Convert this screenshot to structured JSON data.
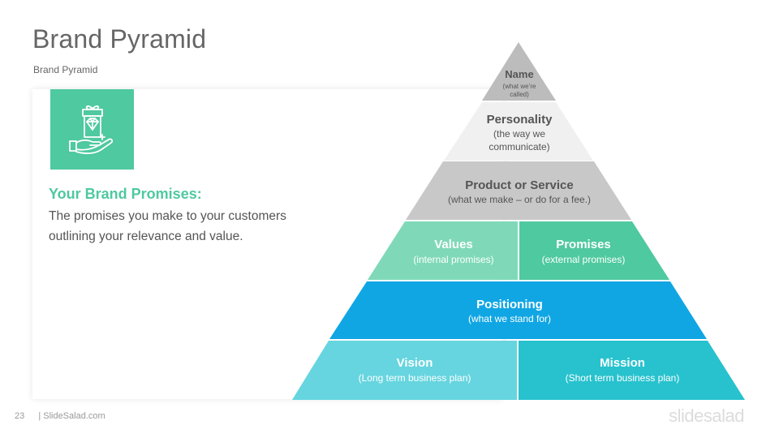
{
  "slide": {
    "title": "Brand Pyramid",
    "subtitle": "Brand  Pyramid",
    "heading": "Your Brand Promises:",
    "body": "The promises you make to your customers outlining your relevance and value.",
    "icon": "diamond-gift-in-hand-icon"
  },
  "pyramid": {
    "name": {
      "label": "Name",
      "sub1": "(what we’re",
      "sub2": "called)"
    },
    "personality": {
      "label": "Personality",
      "sub1": "(the way we",
      "sub2": "communicate)"
    },
    "product": {
      "label": "Product or Service",
      "sub": "(what we make – or do for a fee.)"
    },
    "values": {
      "label": "Values",
      "sub": "(internal promises)"
    },
    "promises": {
      "label": "Promises",
      "sub": "(external promises)"
    },
    "positioning": {
      "label": "Positioning",
      "sub": "(what we stand for)"
    },
    "vision": {
      "label": "Vision",
      "sub": "(Long term business plan)"
    },
    "mission": {
      "label": "Mission",
      "sub": "(Short term business plan)"
    }
  },
  "colors": {
    "accent": "#4fc99f",
    "name_tier": "#bcbcbc",
    "personality_tier": "#f0f0f0",
    "product_tier": "#c8c8c8",
    "values_tier": "#7fd9b8",
    "promises_tier": "#4fc99f",
    "positioning_tier": "#10a6e4",
    "vision_tier": "#66d5df",
    "mission_tier": "#27c2ce"
  },
  "footer": {
    "page": "23",
    "site": "| SlideSalad.com",
    "brand": "slidesalad"
  }
}
